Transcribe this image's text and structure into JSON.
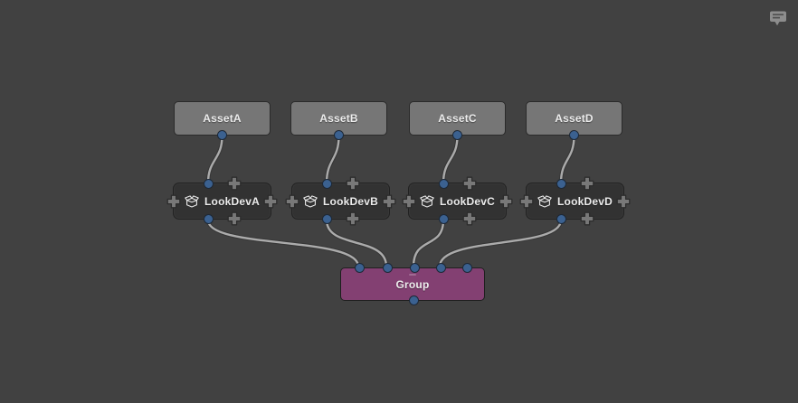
{
  "canvas": {
    "background": "#414141"
  },
  "toolbar": {
    "annotation_button_icon": "speech-bubble-icon"
  },
  "colors": {
    "background": "#414141",
    "asset_node": "#767676",
    "lookdev_node": "#323232",
    "group_node": "#834072",
    "port": "#3b6190",
    "wire": "#ababab",
    "plus_adder": "#787878",
    "node_text": "#ececec"
  },
  "icons": {
    "lookdev": "open-box-icon",
    "adder": "plus-icon",
    "port": "port-dot",
    "annotation": "speech-bubble-icon"
  },
  "graph": {
    "asset_nodes": [
      {
        "label": "AssetA"
      },
      {
        "label": "AssetB"
      },
      {
        "label": "AssetC"
      },
      {
        "label": "AssetD"
      }
    ],
    "lookdev_nodes": [
      {
        "label": "LookDevA",
        "icon": "open-box-icon"
      },
      {
        "label": "LookDevB",
        "icon": "open-box-icon"
      },
      {
        "label": "LookDevC",
        "icon": "open-box-icon"
      },
      {
        "label": "LookDevD",
        "icon": "open-box-icon"
      }
    ],
    "group_node": {
      "label": "Group"
    },
    "connections": [
      {
        "from": "AssetA.out",
        "to": "LookDevA.in"
      },
      {
        "from": "AssetB.out",
        "to": "LookDevB.in"
      },
      {
        "from": "AssetC.out",
        "to": "LookDevC.in"
      },
      {
        "from": "AssetD.out",
        "to": "LookDevD.in"
      },
      {
        "from": "LookDevA.out",
        "to": "Group.in0"
      },
      {
        "from": "LookDevB.out",
        "to": "Group.in1"
      },
      {
        "from": "LookDevC.out",
        "to": "Group.in2"
      },
      {
        "from": "LookDevD.out",
        "to": "Group.in3"
      }
    ]
  }
}
